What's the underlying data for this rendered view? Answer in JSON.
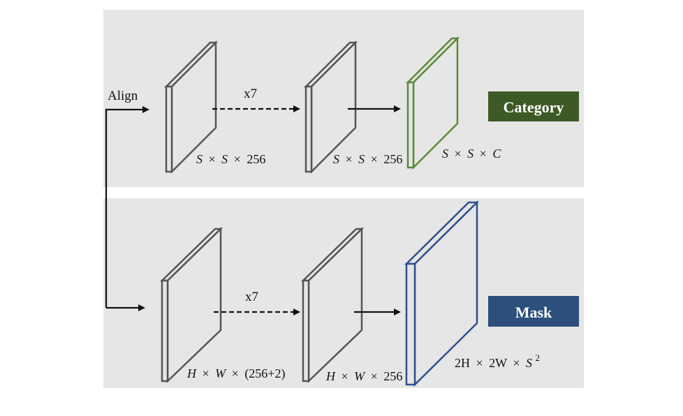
{
  "top_branch": {
    "align_label": "Align",
    "repeat_label": "x7",
    "dims": [
      {
        "a": "S",
        "b": "S",
        "c": "256"
      },
      {
        "a": "S",
        "b": "S",
        "c": "256"
      },
      {
        "a": "S",
        "b": "S",
        "c": "C"
      }
    ],
    "output_label": "Category",
    "output_color": "#3d5a26"
  },
  "bottom_branch": {
    "repeat_label": "x7",
    "dims": [
      {
        "a": "H",
        "b": "W",
        "c": "(256+2)"
      },
      {
        "a": "H",
        "b": "W",
        "c": "256"
      },
      {
        "a": "2H",
        "b": "2W",
        "c": "S",
        "sup": "2"
      }
    ],
    "output_label": "Mask",
    "output_color": "#2c4f7c"
  },
  "times_symbol": "×",
  "colors": {
    "panel": "#e6e6e6",
    "feature_map_gray": "#555555",
    "feature_map_green": "#5b8a3a",
    "feature_map_blue": "#2f4f8f"
  }
}
